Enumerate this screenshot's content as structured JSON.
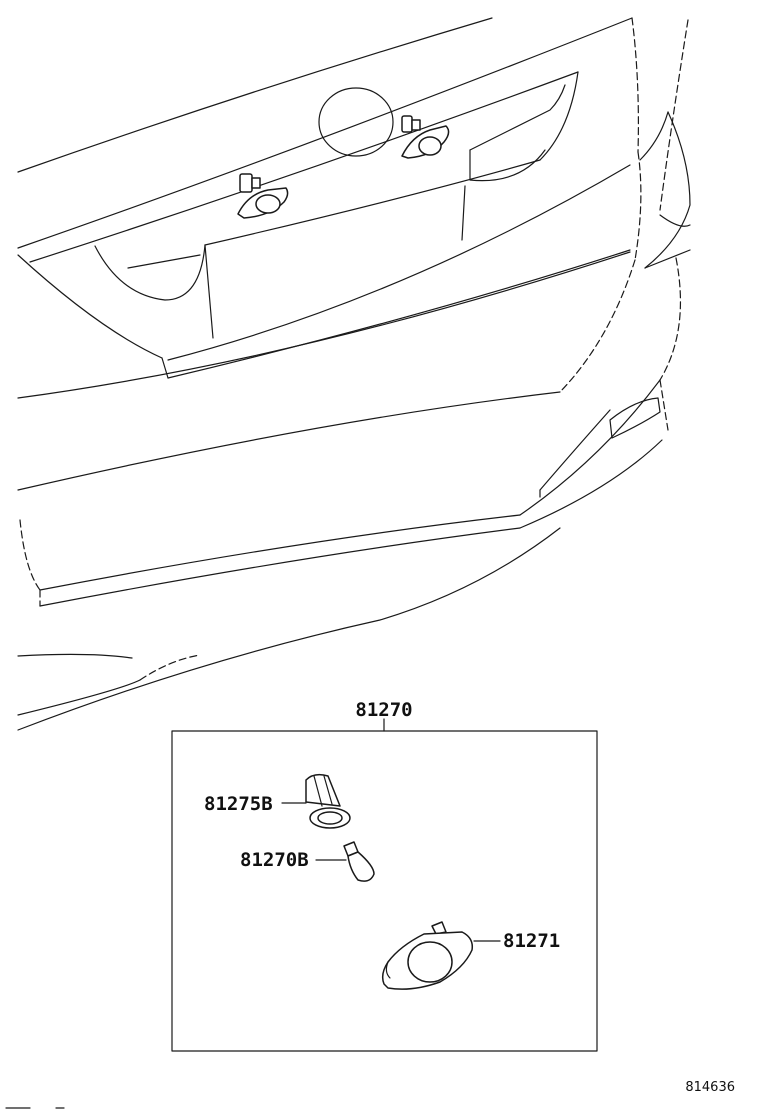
{
  "callouts": {
    "assembly": "81270",
    "socket": "81275B",
    "bulb": "81270B",
    "lens": "81271"
  },
  "figure_id": "814636",
  "icons": {
    "vehicle": "vehicle-rear-outline",
    "lamp": "license-plate-lamp-icon",
    "socket": "bulb-socket-icon",
    "bulb": "wedge-bulb-icon",
    "lens": "lamp-lens-housing-icon"
  },
  "colors": {
    "line": "#1a1a1a",
    "background": "#ffffff"
  }
}
